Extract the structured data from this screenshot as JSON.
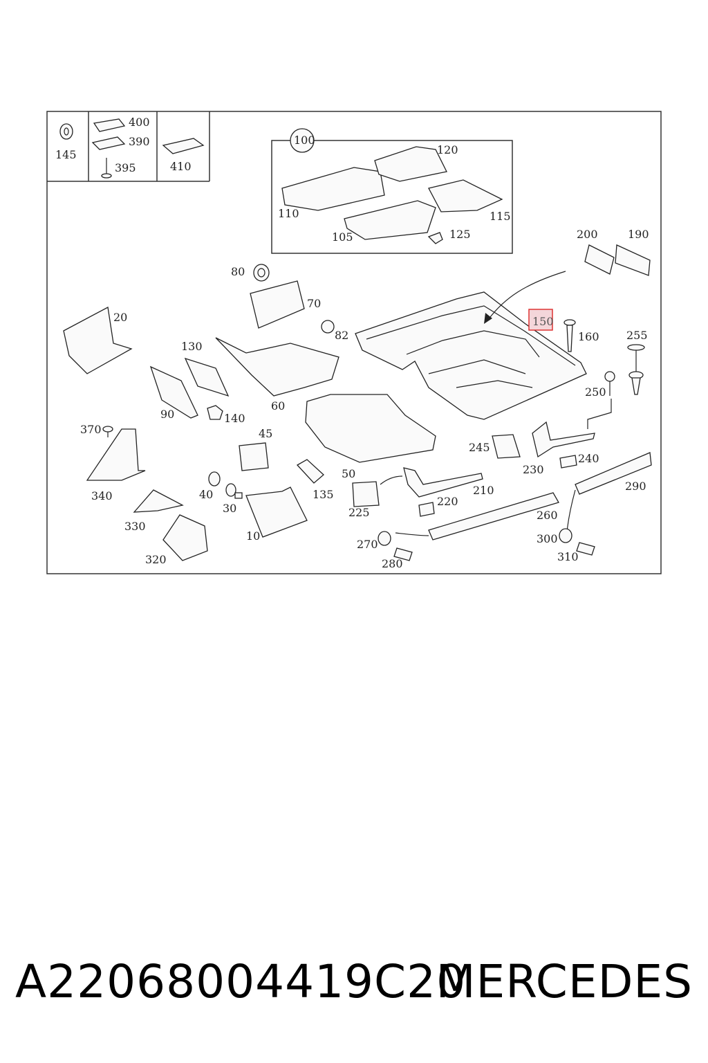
{
  "diagram": {
    "highlighted_callout": "150",
    "inset_callouts": {
      "c145": "145",
      "c400": "400",
      "c390": "390",
      "c395": "395",
      "c410": "410"
    },
    "mat_group": {
      "group": "100",
      "c120": "120",
      "c110": "110",
      "c115": "115",
      "c105": "105",
      "c125": "125"
    },
    "callouts": {
      "c80": "80",
      "c70": "70",
      "c82": "82",
      "c20": "20",
      "c130": "130",
      "c90": "90",
      "c140": "140",
      "c60": "60",
      "c200": "200",
      "c190": "190",
      "c160": "160",
      "c255": "255",
      "c250": "250",
      "c370": "370",
      "c340": "340",
      "c45": "45",
      "c330": "330",
      "c320": "320",
      "c40": "40",
      "c30": "30",
      "c10": "10",
      "c135": "135",
      "c50": "50",
      "c225": "225",
      "c210": "210",
      "c220": "220",
      "c245": "245",
      "c230": "230",
      "c240": "240",
      "c260": "260",
      "c290": "290",
      "c270": "270",
      "c280": "280",
      "c300": "300",
      "c310": "310"
    }
  },
  "footer": {
    "part_number": "A22068004419C20",
    "brand": "MERCEDES"
  }
}
